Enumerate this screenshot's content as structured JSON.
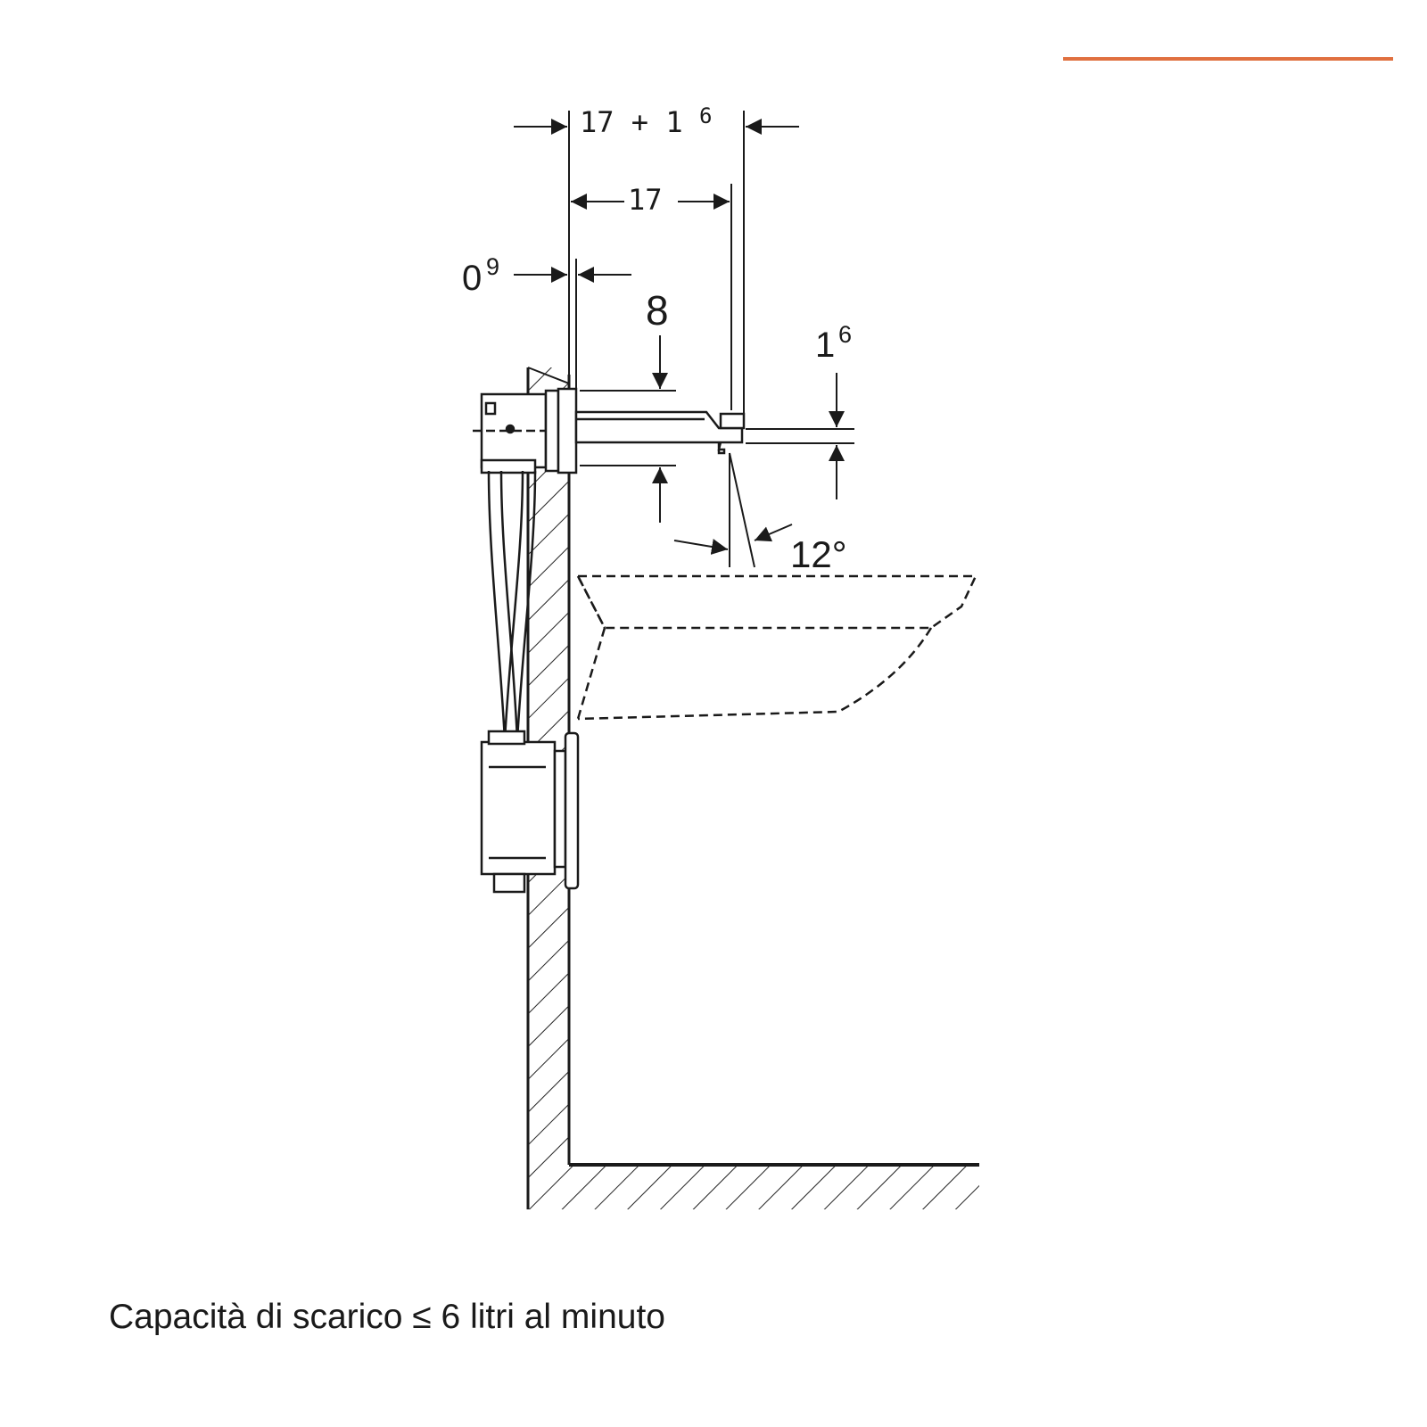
{
  "colors": {
    "accent": "#e0703f",
    "line": "#1a1a1a",
    "hatch": "#222222"
  },
  "dimensions": {
    "total_width_main": "17 + 1",
    "total_width_sup": "6",
    "spout_length": "17",
    "plate_thickness_main": "0",
    "plate_thickness_sup": "9",
    "spout_height": "8",
    "outlet_height_main": "1",
    "outlet_height_sup": "6",
    "spray_angle": "12°"
  },
  "caption": "Capacità di scarico ≤ 6 litri al minuto"
}
